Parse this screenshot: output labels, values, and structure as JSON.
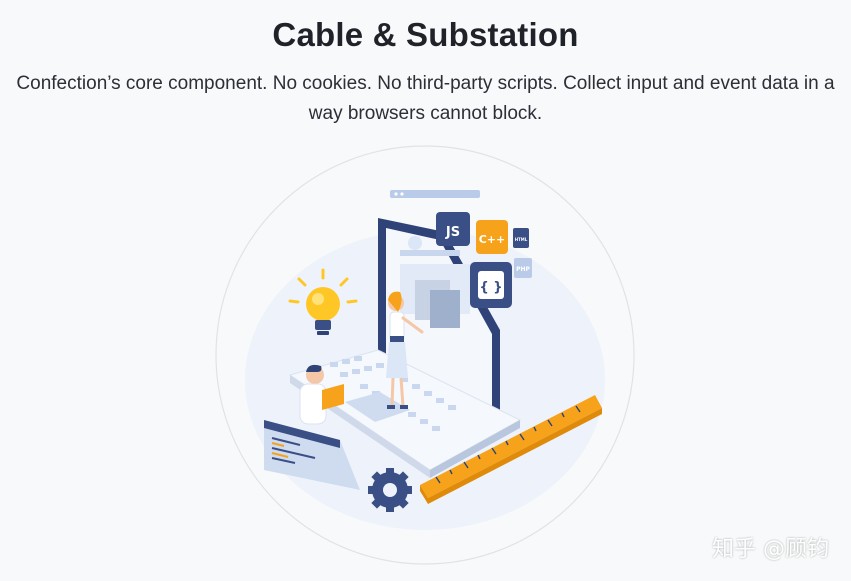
{
  "header": {
    "title": "Cable & Substation",
    "subtitle": "Confection’s core component. No cookies. No third-party scripts. Collect input and event data in a way browsers cannot block."
  },
  "illustration": {
    "tags": {
      "js": "JS",
      "cpp": "C++",
      "html": "HTML",
      "php": "PHP",
      "braces": "{ }"
    },
    "colors": {
      "navy": "#3a4f86",
      "orange": "#f7a21b",
      "yellow": "#ffc726",
      "light_blue": "#dbe6f6",
      "pale_blue": "#eaf1fb"
    }
  },
  "watermark": "知乎 @顾钧"
}
